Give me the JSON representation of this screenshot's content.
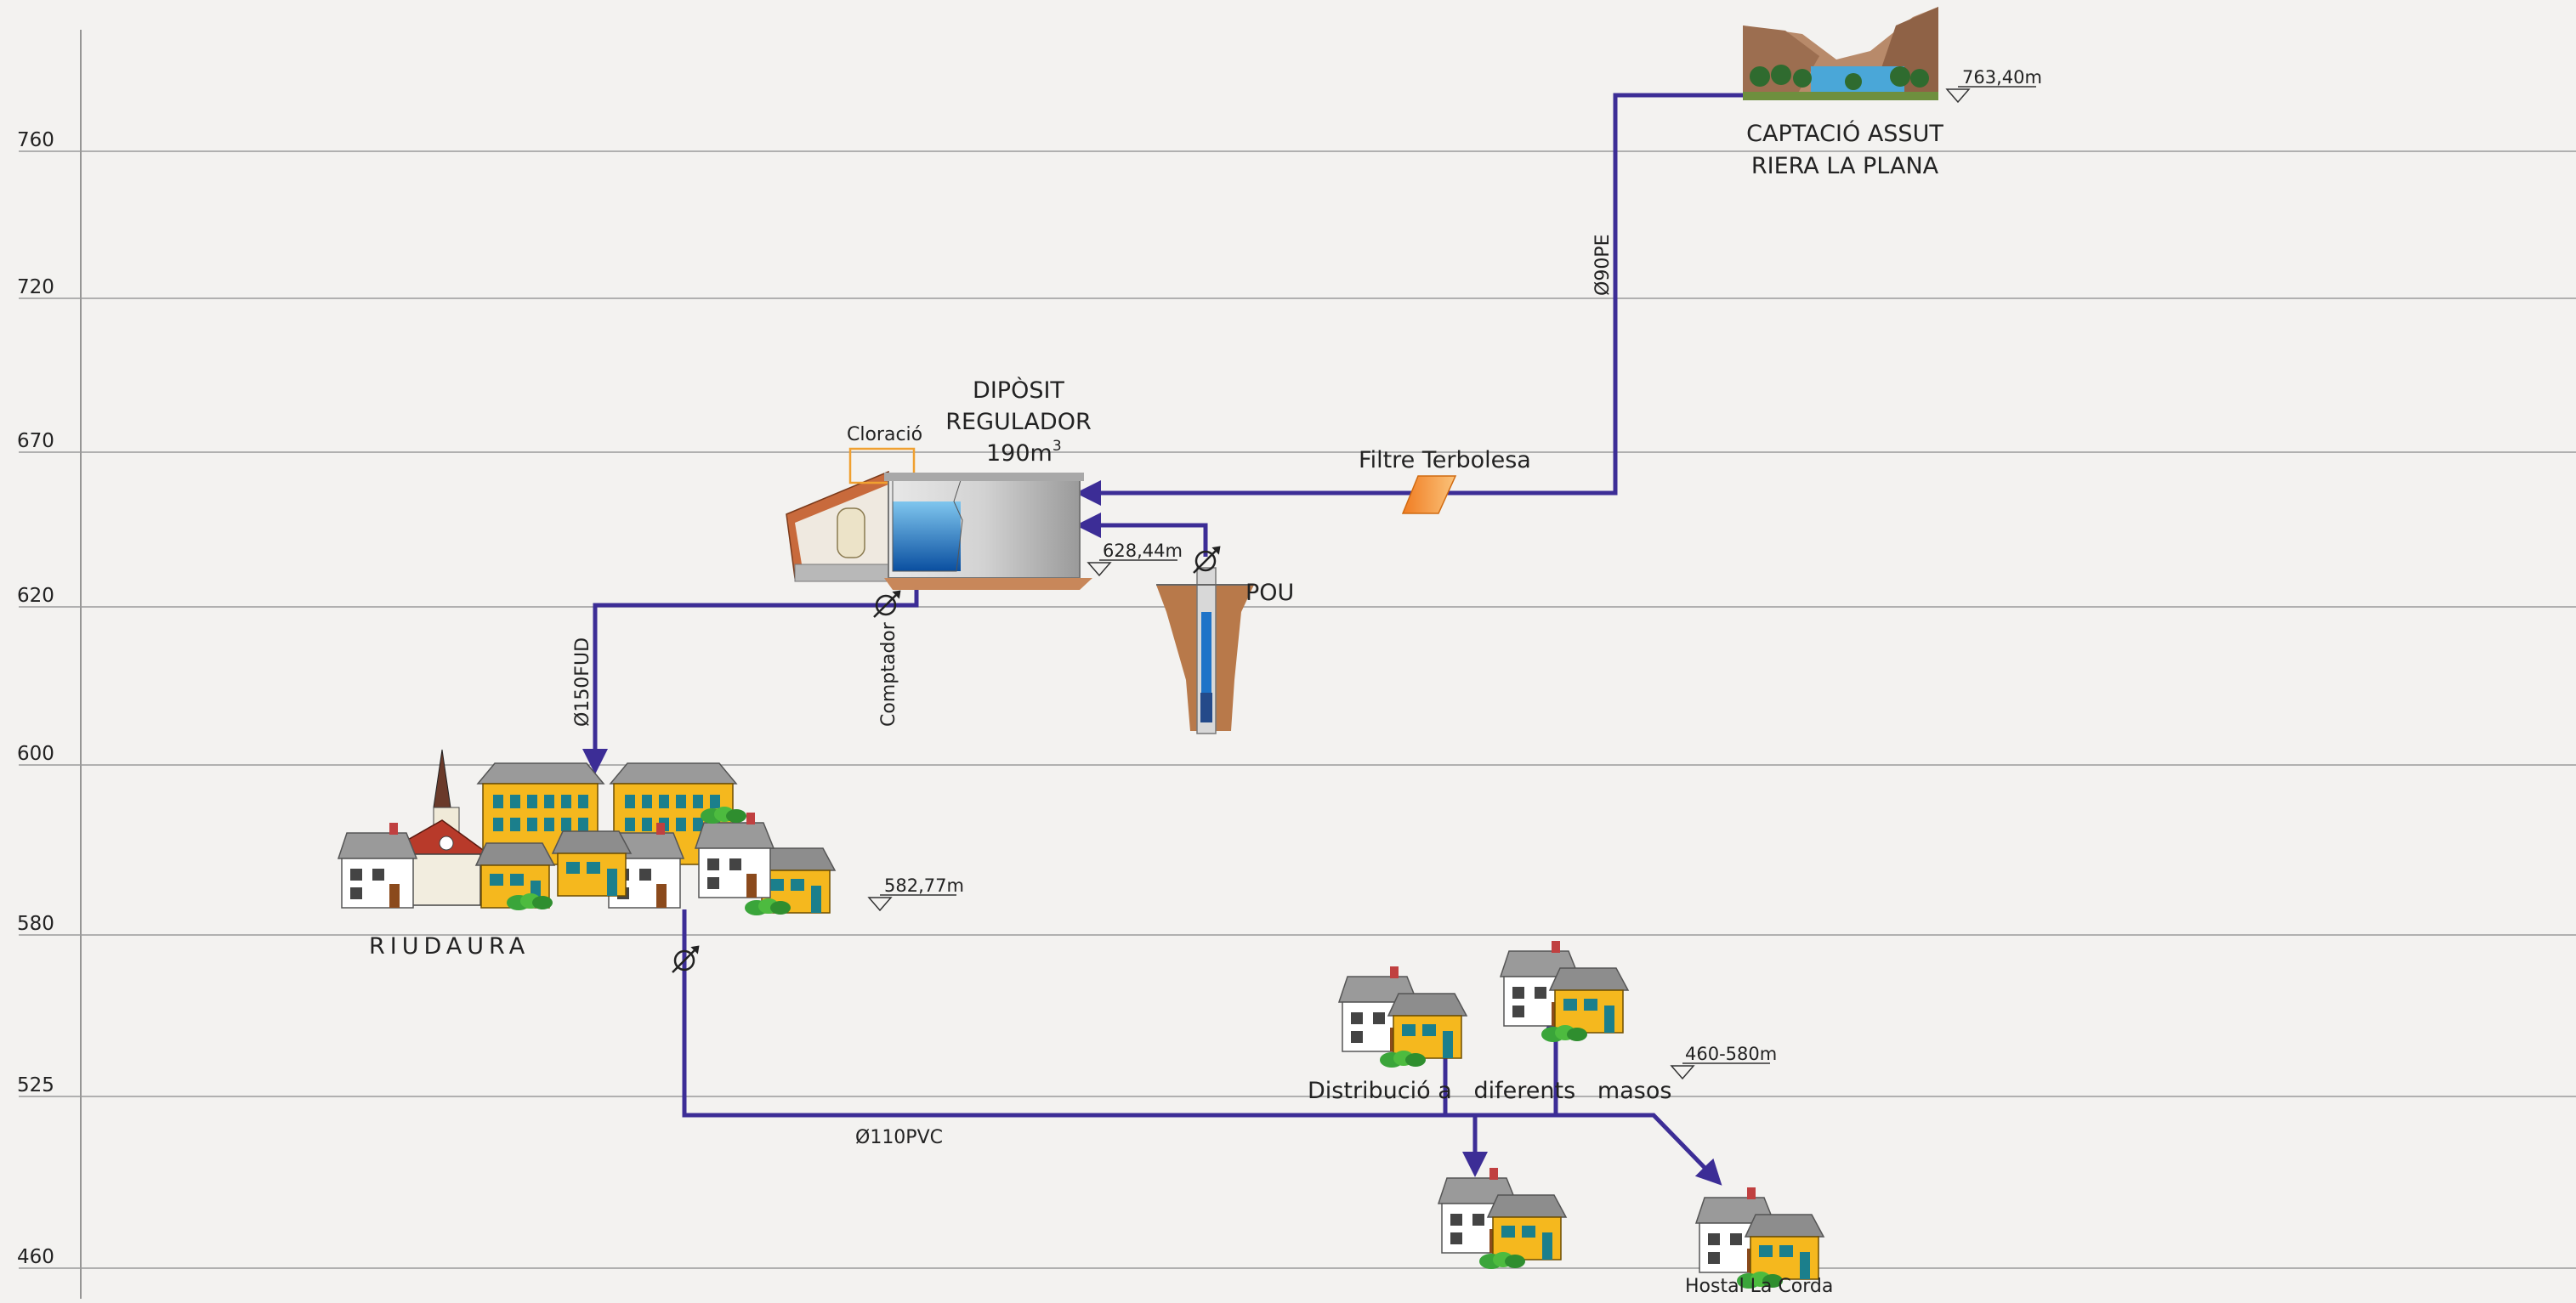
{
  "elevation_axis": {
    "ticks": [
      "760",
      "720",
      "670",
      "620",
      "600",
      "580",
      "525",
      "460"
    ]
  },
  "source": {
    "title_line1": "CAPTACIÓ ASSUT",
    "title_line2": "RIERA LA PLANA",
    "elevation": "763,40m"
  },
  "pipe_source": {
    "label": "Ø90PE"
  },
  "filter": {
    "label": "Filtre Terbolesa",
    "color": "#f39a3c"
  },
  "tank": {
    "line1": "DIPÒSIT",
    "line2": "REGULADOR",
    "capacity": "190m",
    "capacity_sup": "3",
    "chlorination": "Cloració",
    "elevation": "628,44m"
  },
  "well": {
    "label": "POU"
  },
  "meter": {
    "label": "Comptador"
  },
  "pipe_town": {
    "label": "Ø150FUD"
  },
  "town": {
    "name": "RIUDAURA",
    "elevation": "582,77m"
  },
  "pipe_distribution": {
    "label": "Ø110PVC"
  },
  "distribution": {
    "label": "Distribució a   diferents   masos",
    "elevation": "460-580m"
  },
  "hostal": {
    "label": "Hostal La Corda"
  },
  "colors": {
    "pipe": "#3c2d96",
    "water": "#1e73c8",
    "house_yellow": "#f5b81e",
    "house_white": "#ffffff",
    "roof_grey": "#8d8d8d",
    "brick": "#b5542c",
    "soil": "#b8794a"
  }
}
